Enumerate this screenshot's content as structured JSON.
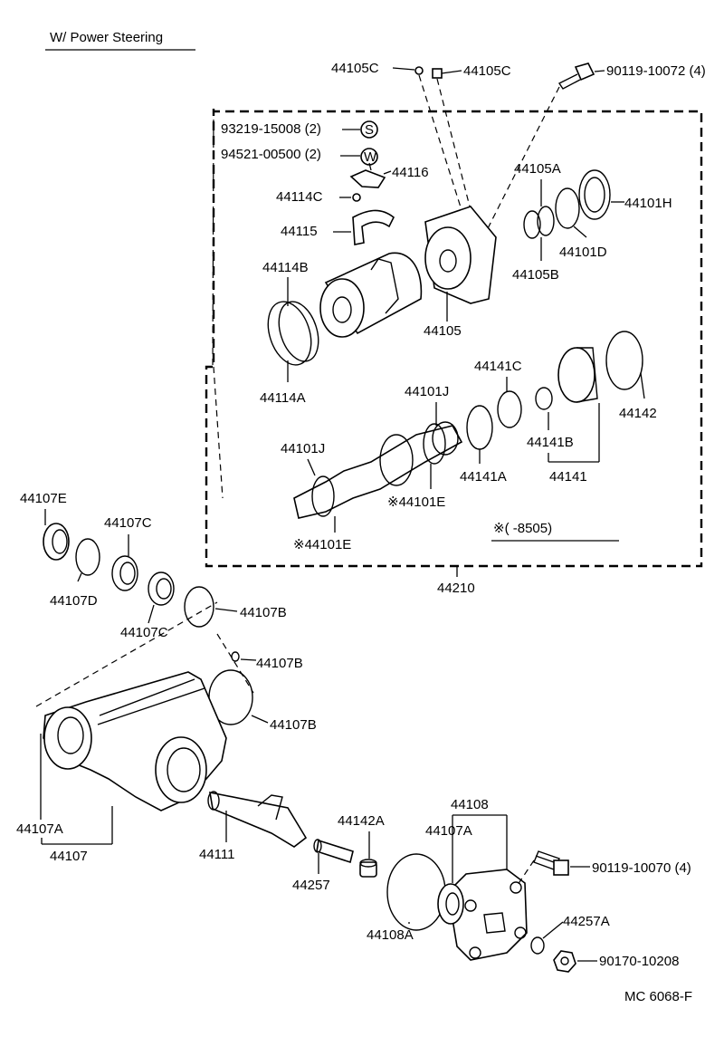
{
  "title": "W/ Power Steering",
  "footer_code": "MC  6068-F",
  "note": "※(        -8505)",
  "labels": {
    "l44105C_a": "44105C",
    "l44105C_b": "44105C",
    "l90119_10072": "90119-10072 (4)",
    "l93219": "93219-15008 (2)",
    "l94521": "94521-00500 (2)",
    "l44116": "44116",
    "l44114C": "44114C",
    "l44115": "44115",
    "l44114B": "44114B",
    "l44114A": "44114A",
    "l44105A": "44105A",
    "l44101H": "44101H",
    "l44101D": "44101D",
    "l44105B": "44105B",
    "l44105": "44105",
    "l44141C": "44141C",
    "l44101J_a": "44101J",
    "l44142": "44142",
    "l44101J_b": "44101J",
    "l44141B": "44141B",
    "l44141A": "44141A",
    "l44141": "44141",
    "l44101E_a": "※44101E",
    "l44101E_b": "※44101E",
    "l44210": "44210",
    "l44107E": "44107E",
    "l44107C_a": "44107C",
    "l44107D": "44107D",
    "l44107C_b": "44107C",
    "l44107B_a": "44107B",
    "l44107B_b": "44107B",
    "l44107B_c": "44107B",
    "l44107A_a": "44107A",
    "l44107": "44107",
    "l44111": "44111",
    "l44142A": "44142A",
    "l44257": "44257",
    "l44108": "44108",
    "l44107A_b": "44107A",
    "l44108A": "44108A",
    "l90119_10070": "90119-10070 (4)",
    "l44257A": "44257A",
    "l90170": "90170-10208"
  },
  "symbols": {
    "s_marker": "S",
    "w_marker": "W"
  }
}
